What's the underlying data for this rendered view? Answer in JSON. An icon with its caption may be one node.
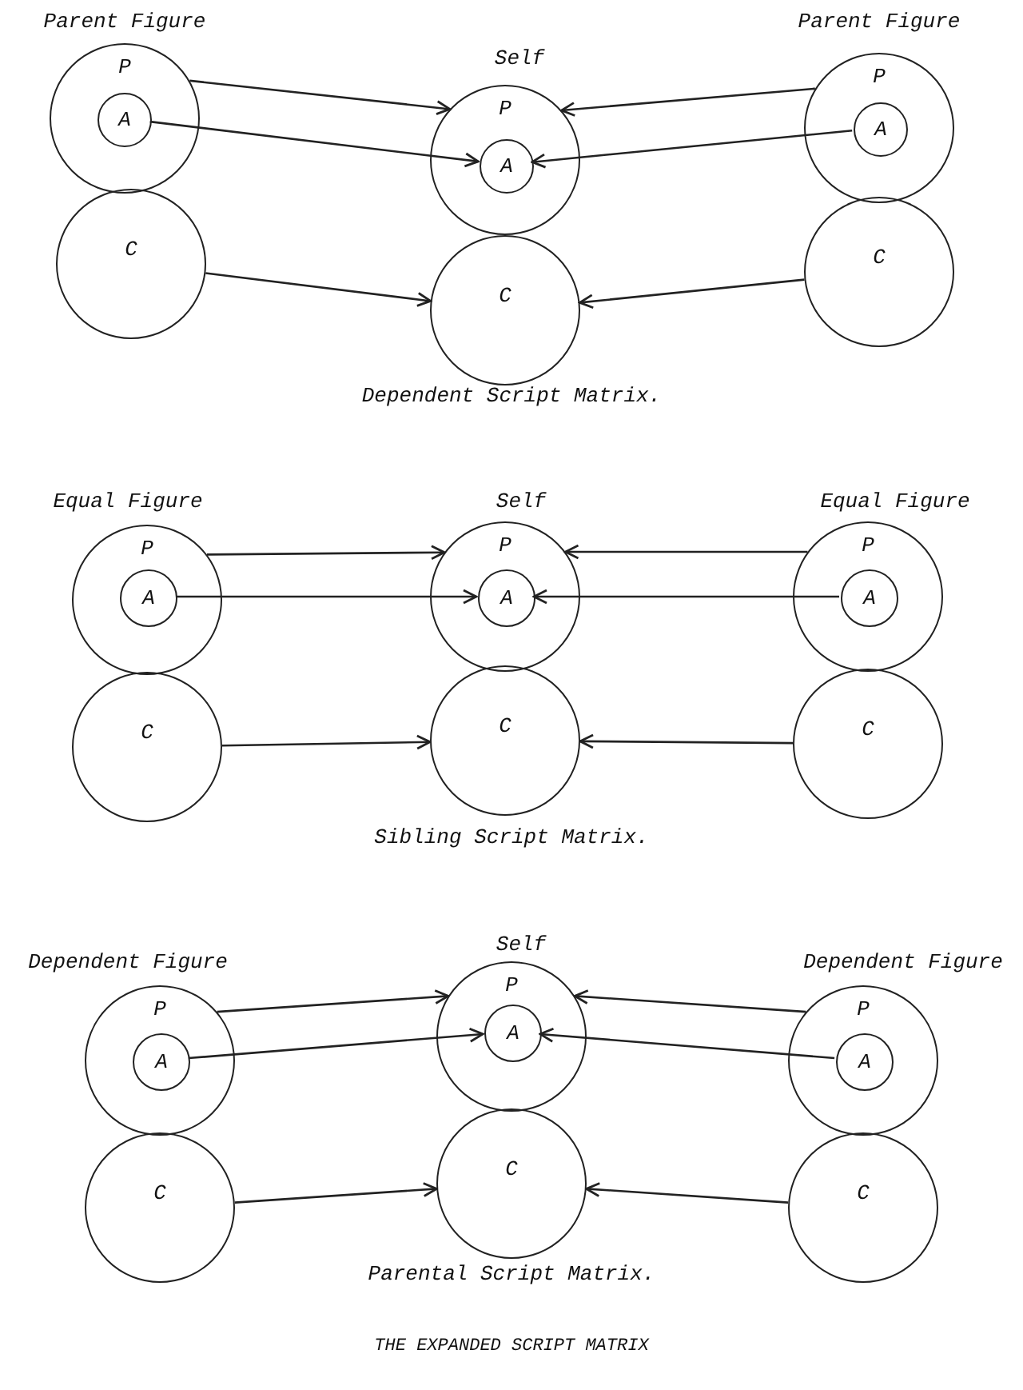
{
  "diagram": {
    "caption": "THE EXPANDED SCRIPT MATRIX",
    "nodes": [
      {
        "text": [
          "P"
        ],
        "beside": [
          "Parent Figure"
        ]
      },
      {
        "text": [
          "A"
        ],
        "in": 0
      },
      {
        "text": [
          "C"
        ]
      },
      {
        "text": [
          "P"
        ],
        "beside": [
          "Self"
        ]
      },
      {
        "text": [
          "A"
        ],
        "in": 3
      },
      {
        "text": [
          "C"
        ]
      },
      {
        "text": [
          "P"
        ],
        "beside": [
          "Parent Figure"
        ]
      },
      {
        "text": [
          "A"
        ],
        "in": 6
      },
      {
        "text": [
          "C"
        ]
      },
      {
        "text": [
          "P"
        ],
        "beside": [
          "Equal Figure"
        ]
      },
      {
        "text": [
          "A"
        ],
        "in": 9
      },
      {
        "text": [
          "C"
        ]
      },
      {
        "text": [
          "P"
        ],
        "beside": [
          "Self"
        ]
      },
      {
        "text": [
          "A"
        ],
        "in": 12
      },
      {
        "text": [
          "C"
        ]
      },
      {
        "text": [
          "P"
        ],
        "beside": [
          "Equal Figure"
        ]
      },
      {
        "text": [
          "A"
        ],
        "in": 15
      },
      {
        "text": [
          "C"
        ]
      },
      {
        "text": [
          "P"
        ],
        "beside": [
          "Dependent Figure"
        ]
      },
      {
        "text": [
          "A"
        ],
        "in": 18
      },
      {
        "text": [
          "C"
        ]
      },
      {
        "text": [
          "P"
        ],
        "beside": [
          "Self"
        ]
      },
      {
        "text": [
          "A"
        ],
        "in": 21
      },
      {
        "text": [
          "C"
        ]
      },
      {
        "text": [
          "P"
        ],
        "beside": [
          "Dependent Figure"
        ]
      },
      {
        "text": [
          "A"
        ],
        "in": 24
      },
      {
        "text": [
          "C"
        ]
      }
    ],
    "edges": [
      {
        "from": 0,
        "to": 3,
        "arrow": "to"
      },
      {
        "from": 1,
        "to": 4,
        "arrow": "to"
      },
      {
        "from": 2,
        "to": 5,
        "arrow": "to"
      },
      {
        "from": 6,
        "to": 3,
        "arrow": "to"
      },
      {
        "from": 7,
        "to": 4,
        "arrow": "to"
      },
      {
        "from": 8,
        "to": 5,
        "arrow": "to"
      },
      {
        "from": 9,
        "to": 12,
        "arrow": "to"
      },
      {
        "from": 10,
        "to": 13,
        "arrow": "to"
      },
      {
        "from": 11,
        "to": 14,
        "arrow": "to"
      },
      {
        "from": 15,
        "to": 12,
        "arrow": "to"
      },
      {
        "from": 16,
        "to": 13,
        "arrow": "to"
      },
      {
        "from": 17,
        "to": 14,
        "arrow": "to"
      },
      {
        "from": 18,
        "to": 21,
        "arrow": "to"
      },
      {
        "from": 19,
        "to": 22,
        "arrow": "to"
      },
      {
        "from": 20,
        "to": 23,
        "arrow": "to"
      },
      {
        "from": 24,
        "to": 21,
        "arrow": "to"
      },
      {
        "from": 25,
        "to": 22,
        "arrow": "to"
      },
      {
        "from": 26,
        "to": 23,
        "arrow": "to"
      }
    ],
    "labels": [
      "Dependent Script Matrix.",
      "Sibling Script Matrix.",
      "Parental Script Matrix."
    ]
  }
}
